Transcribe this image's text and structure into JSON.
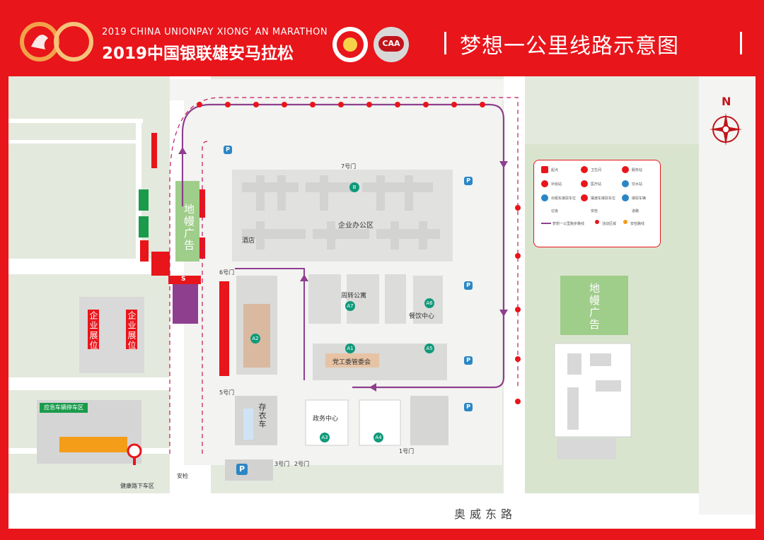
{
  "header": {
    "event_en": "2019 CHINA UNIONPAY XIONG' AN MARATHON",
    "event_cn": "2019中国银联雄安马拉松",
    "caa_badge": "CAA",
    "route_title": "梦想一公里线路示意图"
  },
  "compass": {
    "label": "N"
  },
  "map": {
    "giant_screen_left": "地幔广告",
    "giant_screen_right": "地幔广告",
    "road_name": "奥威东路",
    "areas": {
      "office_area": "企业办公区",
      "hotel": "酒店",
      "turnover_apartment": "周转公寓",
      "dining_center": "餐饮中心",
      "party_committee": "党工委管委会",
      "government_center": "政务中心",
      "bag_storage": "存衣车",
      "enterprise_exhibit_1": "企业展位",
      "enterprise_exhibit_2": "企业展位",
      "emergency_area": "应急车辆停车区",
      "dropoff": "健康路下车区"
    },
    "gates": {
      "gate7": "7号门",
      "gate6": "6号门",
      "gate5": "5号门",
      "gate3": "3号门",
      "gate2": "2号门",
      "gate1": "1号门",
      "security": "安检"
    },
    "building_tags": {
      "b": "B",
      "a1": "A1",
      "a2": "A2",
      "a3": "A3",
      "a4": "A4",
      "a5": "A5",
      "a6": "A6",
      "a7": "A7"
    },
    "parking_symbol": "P",
    "start_symbol": "S"
  },
  "legend": {
    "items": [
      "起点",
      "卫生间",
      "服务站",
      "补给站",
      "医疗站",
      "饮水站",
      "出租车接驳车位",
      "摆渡车接驳车位",
      "接驳车辆",
      "垃圾",
      "安检",
      "道路",
      "梦想一公里跑步路线",
      "活动区域",
      "安检路线"
    ]
  },
  "colors": {
    "brand_red": "#e8151b",
    "route_purple": "#8e3f8e",
    "green_screen": "#9fcd8a",
    "tag_teal": "#0f9a7a",
    "parking_blue": "#2b86c5"
  }
}
